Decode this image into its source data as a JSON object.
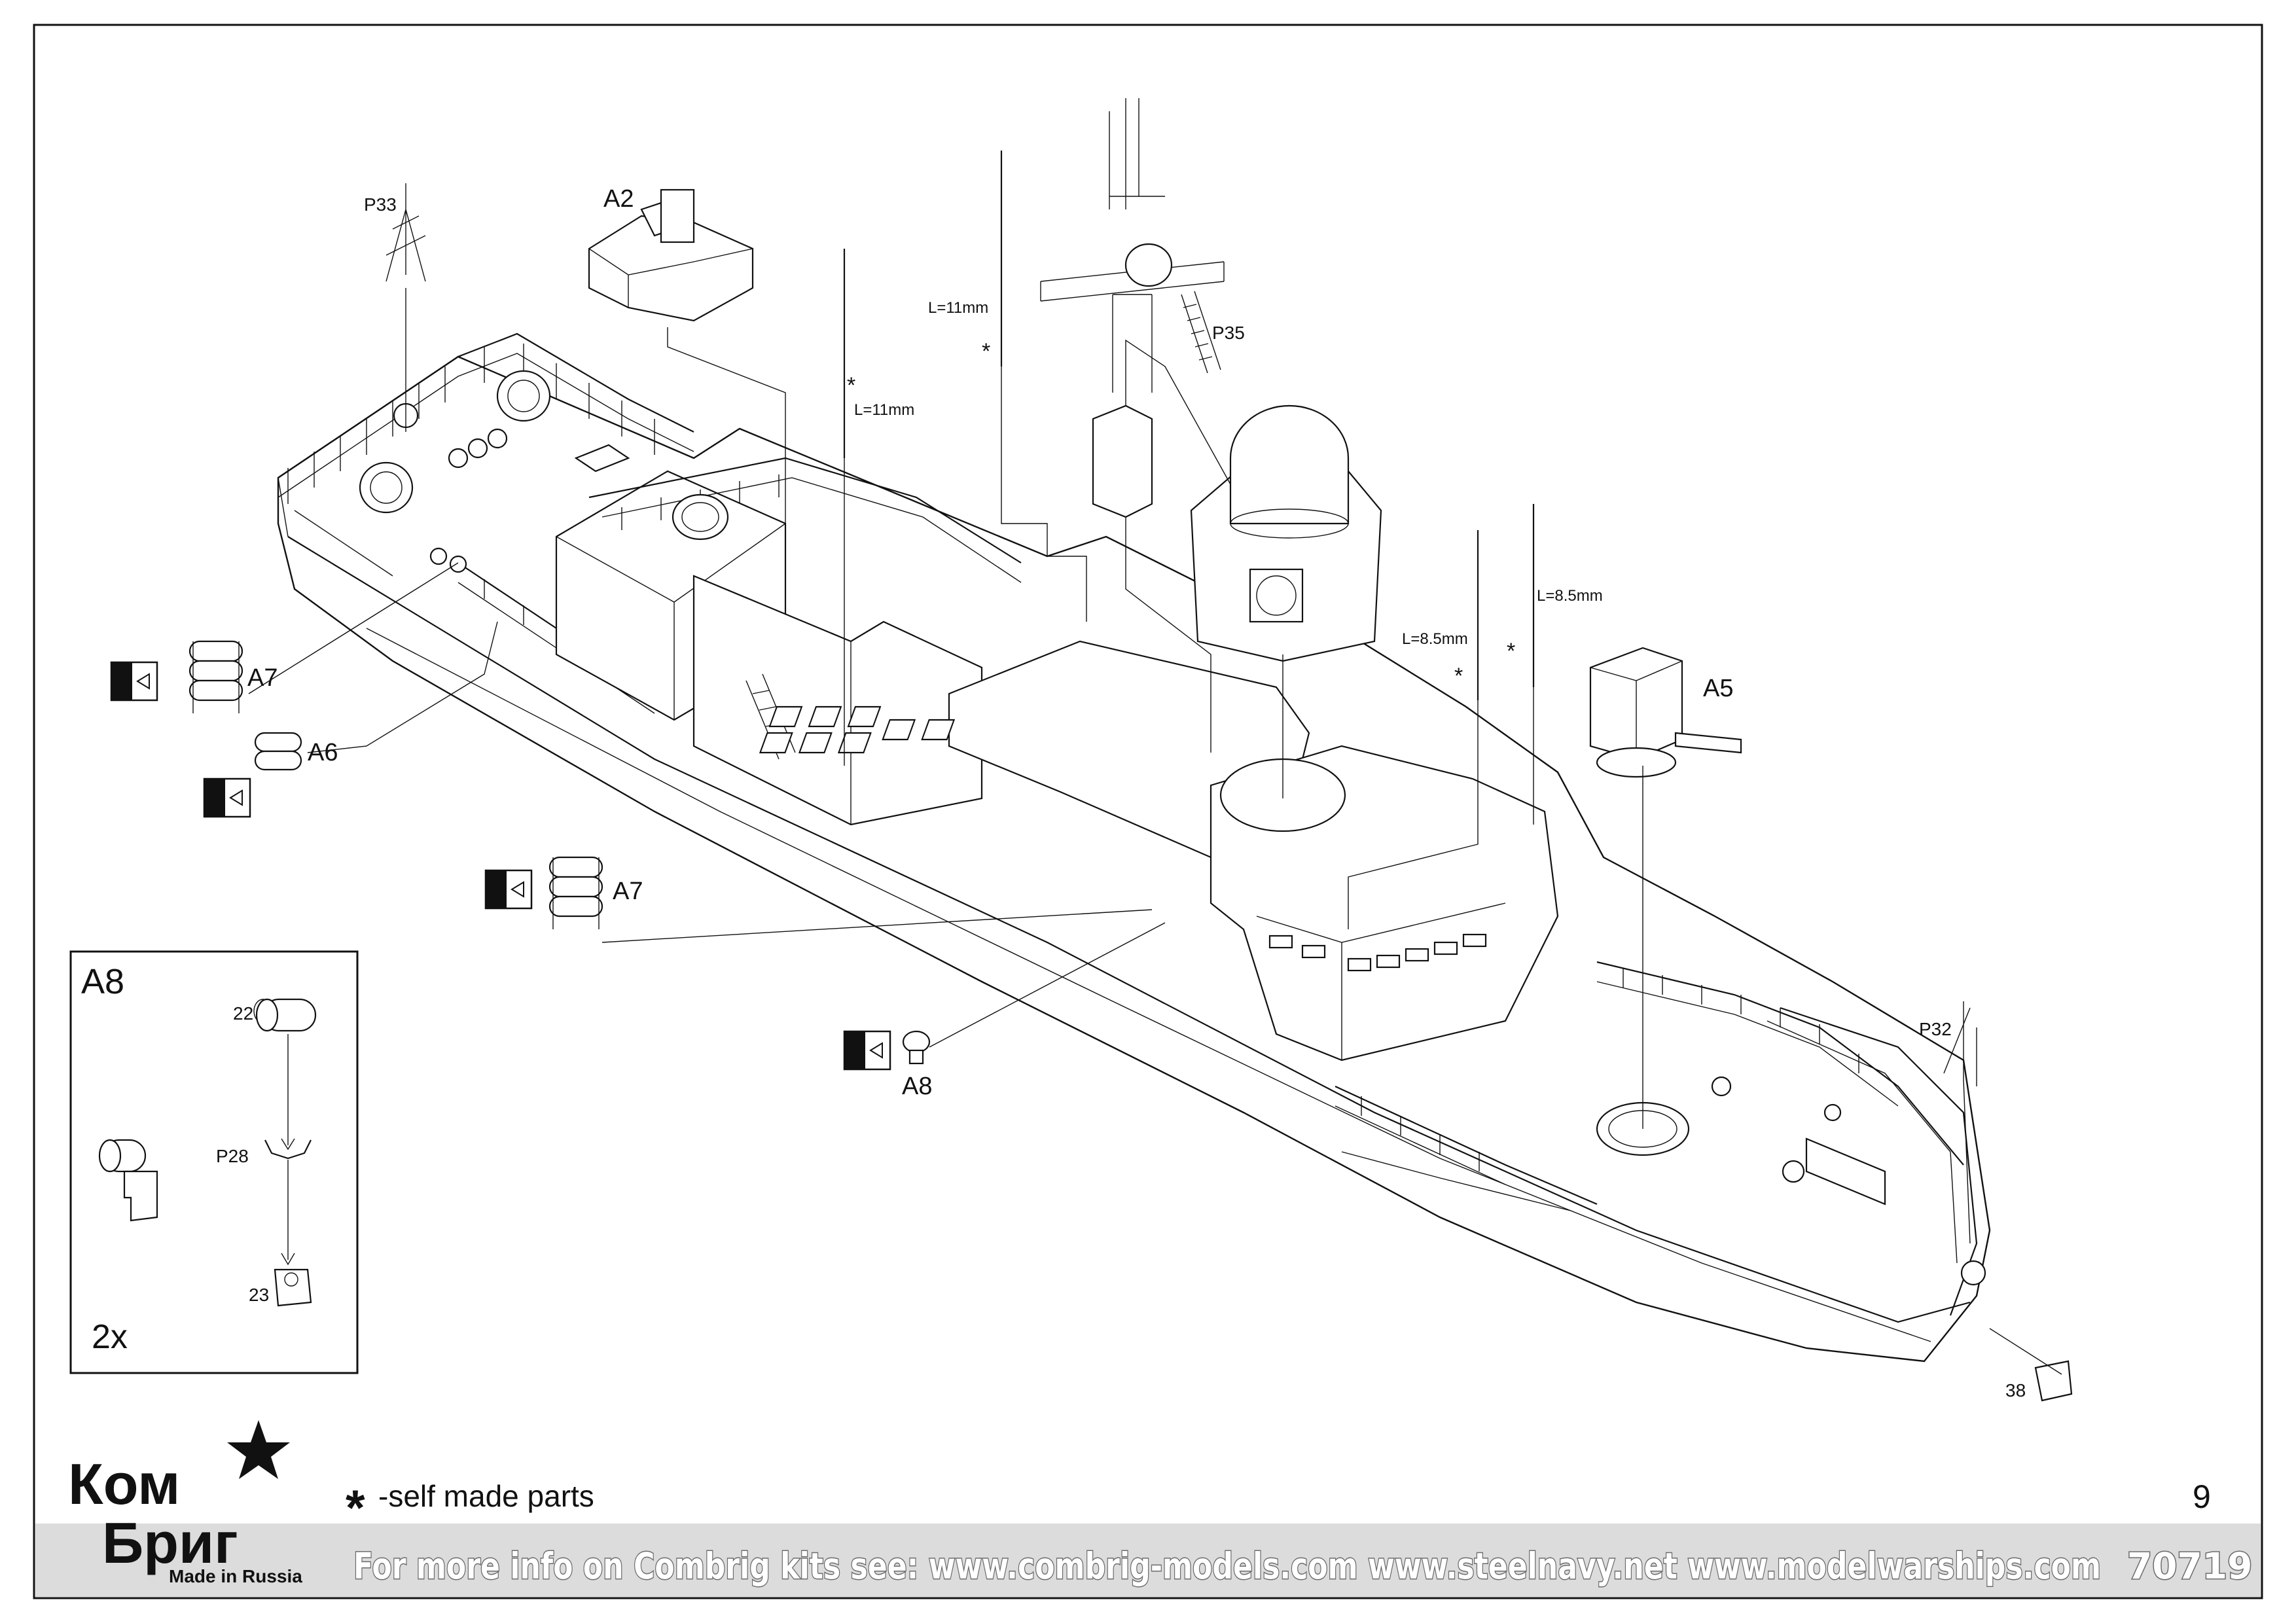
{
  "labels": {
    "p33": "P33",
    "a2": "A2",
    "a7_left": "A7",
    "a6": "A6",
    "a7_mid": "A7",
    "l11_a": "L=11mm",
    "l11_b": "L=11mm",
    "p35": "P35",
    "l85_a": "L=8.5mm",
    "l85_b": "L=8.5mm",
    "a5": "A5",
    "a8_callout": "A8",
    "p32": "P32",
    "part38": "38",
    "star": "*"
  },
  "inset": {
    "title": "A8",
    "part22": "22",
    "partP28": "P28",
    "part23": "23",
    "qty": "2x"
  },
  "logo": {
    "line1": "Ком",
    "line2": "Бриг",
    "made_in": "Made in Russia"
  },
  "note": {
    "star": "*",
    "text": "-self made parts"
  },
  "page_number": "9",
  "footer": {
    "info": "For more info on Combrig kits see: www.combrig-models.com www.steelnavy.net  www.modelwarships.com",
    "kit_number": "70719"
  },
  "colors": {
    "footer_band": "#dcdcdc",
    "line": "#111111",
    "footer_text_outline": "#6b6b6b"
  }
}
